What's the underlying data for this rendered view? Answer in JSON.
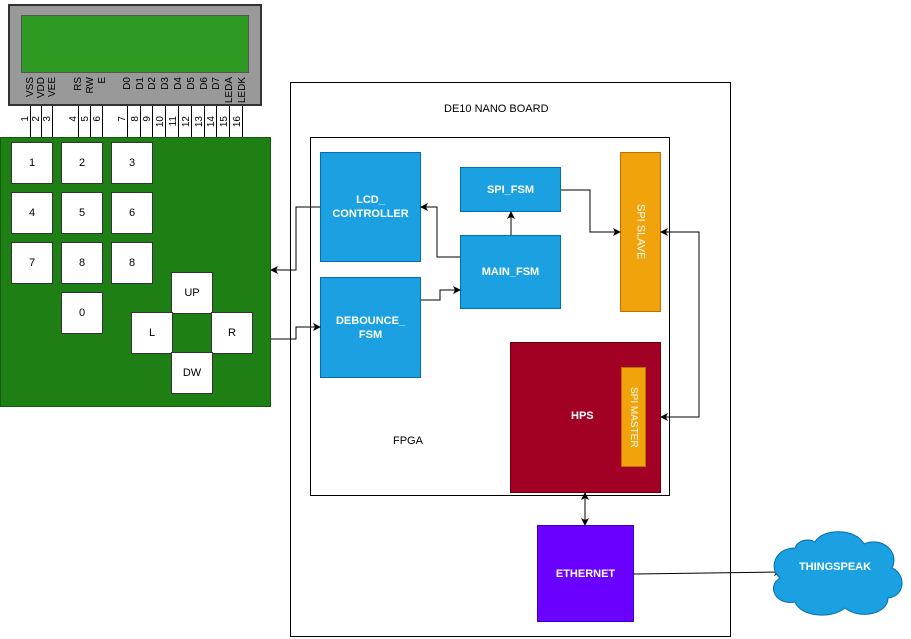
{
  "lcd": {
    "pins": [
      {
        "label": "VSS",
        "num": "1"
      },
      {
        "label": "VDD",
        "num": "2"
      },
      {
        "label": "VEE",
        "num": "3"
      },
      {
        "label": "RS",
        "num": "4"
      },
      {
        "label": "RW",
        "num": "5"
      },
      {
        "label": "E",
        "num": "6"
      },
      {
        "label": "D0",
        "num": "7"
      },
      {
        "label": "D1",
        "num": "8"
      },
      {
        "label": "D2",
        "num": "9"
      },
      {
        "label": "D3",
        "num": "10"
      },
      {
        "label": "D4",
        "num": "11"
      },
      {
        "label": "D5",
        "num": "12"
      },
      {
        "label": "D6",
        "num": "13"
      },
      {
        "label": "D7",
        "num": "14"
      },
      {
        "label": "LEDA",
        "num": "15"
      },
      {
        "label": "LEDK",
        "num": "16"
      }
    ]
  },
  "keypad": {
    "keys": [
      "1",
      "2",
      "3",
      "4",
      "5",
      "6",
      "7",
      "8",
      "8",
      "0"
    ],
    "dpad": {
      "up": "UP",
      "left": "L",
      "right": "R",
      "down": "DW"
    }
  },
  "board": {
    "title": "DE10 NANO BOARD",
    "fpga_label": "FPGA",
    "lcd_controller": "LCD_ CONTROLLER",
    "debounce_fsm": "DEBOUNCE_ FSM",
    "spi_fsm": "SPI_FSM",
    "main_fsm": "MAIN_FSM",
    "spi_slave": "SPI SLAVE",
    "hps": "HPS",
    "spi_master": "SPI MASTER",
    "ethernet": "ETHERNET"
  },
  "cloud": {
    "label": "THINGSPEAK",
    "color": "#1ba1e2"
  },
  "colors": {
    "lcd_body": "#999999",
    "lcd_screen": "#2e9a23",
    "keypad": "#1e7f14",
    "blue_block": "#1ba1e2",
    "spi_orange": "#f0a30a",
    "hps": "#a20025",
    "ethernet": "#6a00ff"
  }
}
